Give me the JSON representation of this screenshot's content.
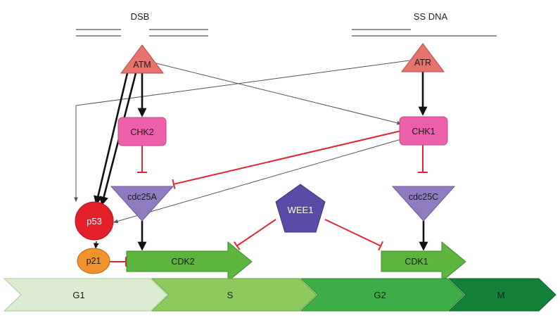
{
  "damage": {
    "dsb": "DSB",
    "ssdna": "SS DNA"
  },
  "kinases": {
    "atm": "ATM",
    "atr": "ATR",
    "chk2": "CHK2",
    "chk1": "CHK1"
  },
  "phosphatases": {
    "cdc25a": "cdc25A",
    "cdc25c": "cdc25C"
  },
  "wee1": "WEE1",
  "p53": "p53",
  "p21": "p21",
  "cdks": {
    "cdk2": "CDK2",
    "cdk1": "CDK1"
  },
  "phases": [
    "G1",
    "S",
    "G2",
    "M"
  ],
  "colors": {
    "atm_atr": "#e8726d",
    "chk": "#ee5fa9",
    "cdc25": "#8f7bc0",
    "wee1": "#5b4aa6",
    "p53": "#e4202a",
    "p21": "#f0922e",
    "cdk": "#5db43f",
    "inhibit": "#e0262f",
    "phase_g1": "#dbecd0",
    "phase_s": "#8ec95e",
    "phase_g2": "#3fae48",
    "phase_m": "#158039"
  }
}
